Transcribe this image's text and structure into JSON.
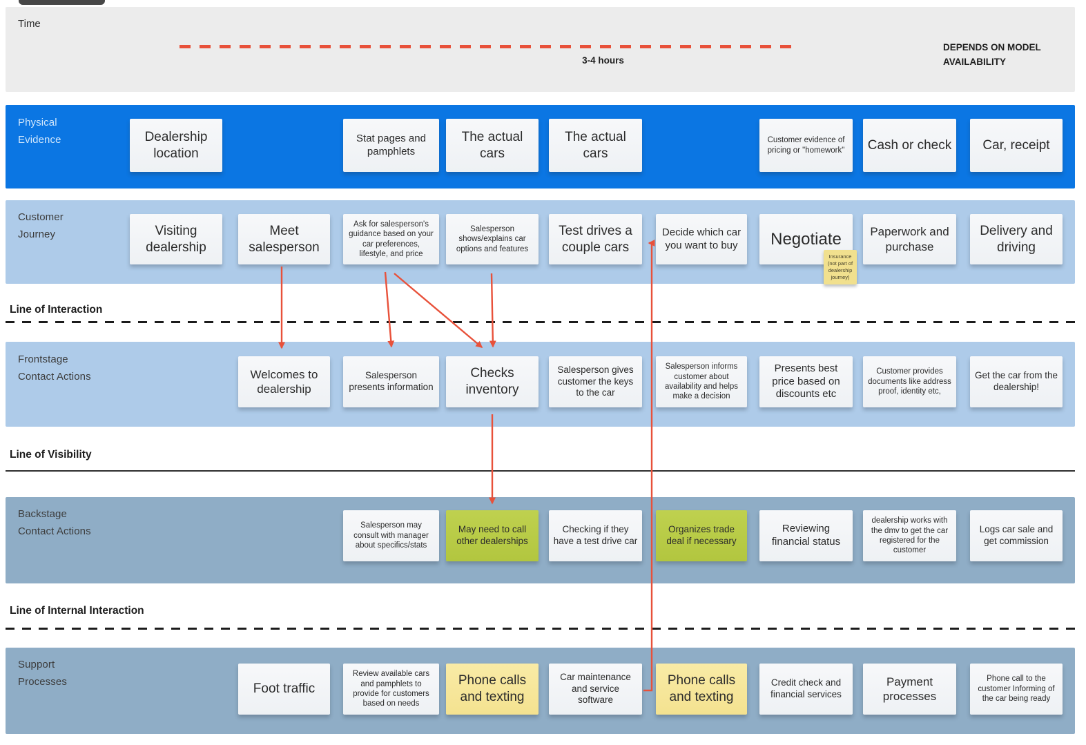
{
  "colors": {
    "band_blue": "#0b76e3",
    "band_light_blue": "#aecbe9",
    "band_slate": "#8fadc6",
    "band_gray": "#ececec",
    "note_white": "#f5f6f8",
    "note_green": "#b9cc49",
    "note_yellow": "#f7e79d",
    "annotation_yellow": "#f1e08e",
    "arrow_red": "#e8513a"
  },
  "timeline": {
    "label": "Time",
    "duration": "3-4 hours",
    "availability_note": "DEPENDS ON MODEL AVAILABILITY"
  },
  "separators": [
    {
      "label": "Line of Interaction",
      "style": "dashed"
    },
    {
      "label": "Line of Visibility",
      "style": "solid"
    },
    {
      "label": "Line of Internal Interaction",
      "style": "dashed"
    }
  ],
  "lanes": [
    {
      "id": "physical",
      "label": "Physical Evidence",
      "tone": "blue",
      "notes": [
        {
          "text": "Dealership location",
          "col": 1,
          "color": "white",
          "size": "lg"
        },
        {
          "text": "Stat pages and pamphlets",
          "col": 3,
          "color": "white",
          "size": "md"
        },
        {
          "text": "The actual cars",
          "col": 4,
          "color": "white",
          "size": "lg"
        },
        {
          "text": "The actual cars",
          "col": 5,
          "color": "white",
          "size": "lg"
        },
        {
          "text": "Customer evidence of pricing or \"homework\"",
          "col": 7,
          "color": "white",
          "size": "xs"
        },
        {
          "text": "Cash or check",
          "col": 8,
          "color": "white",
          "size": "lg"
        },
        {
          "text": "Car, receipt",
          "col": 9,
          "color": "white",
          "size": "lg"
        }
      ]
    },
    {
      "id": "journey",
      "label": "Customer Journey",
      "tone": "light",
      "notes": [
        {
          "text": "Visiting dealership",
          "col": 1,
          "color": "white",
          "size": "lg"
        },
        {
          "text": "Meet salesperson",
          "col": 2,
          "color": "white",
          "size": "lg"
        },
        {
          "text": "Ask for salesperson's guidance based on your car preferences, lifestyle, and price",
          "col": 3,
          "color": "white",
          "size": "xs"
        },
        {
          "text": "Salesperson shows/explains car options and features",
          "col": 4,
          "color": "white",
          "size": "xs"
        },
        {
          "text": "Test drives a couple cars",
          "col": 5,
          "color": "white",
          "size": "lg"
        },
        {
          "text": "Decide which car you want to buy",
          "col": 6,
          "color": "white",
          "size": "md"
        },
        {
          "text": "Negotiate",
          "col": 7,
          "color": "white",
          "size": "xl"
        },
        {
          "text": "Paperwork and purchase",
          "col": 8,
          "color": "white",
          "size": "ml"
        },
        {
          "text": "Delivery and driving",
          "col": 9,
          "color": "white",
          "size": "lg"
        }
      ],
      "sticky_annotation": {
        "text": "Insurance (not part of dealership journey)",
        "color": "annotation_yellow"
      }
    },
    {
      "id": "frontstage",
      "label": "Frontstage Contact Actions",
      "tone": "light",
      "notes": [
        {
          "text": "Welcomes to dealership",
          "col": 2,
          "color": "white",
          "size": "ml"
        },
        {
          "text": "Salesperson presents information",
          "col": 3,
          "color": "white",
          "size": "sm"
        },
        {
          "text": "Checks inventory",
          "col": 4,
          "color": "white",
          "size": "lg"
        },
        {
          "text": "Salesperson gives customer the keys to the car",
          "col": 5,
          "color": "white",
          "size": "sm"
        },
        {
          "text": "Salesperson informs customer about availability and helps make a decision",
          "col": 6,
          "color": "white",
          "size": "xs"
        },
        {
          "text": "Presents best price based on discounts etc",
          "col": 7,
          "color": "white",
          "size": "md"
        },
        {
          "text": "Customer provides documents like address proof, identity etc,",
          "col": 8,
          "color": "white",
          "size": "xs"
        },
        {
          "text": "Get the car from the dealership!",
          "col": 9,
          "color": "white",
          "size": "sm"
        }
      ]
    },
    {
      "id": "backstage",
      "label": "Backstage Contact Actions",
      "tone": "slate",
      "notes": [
        {
          "text": "Salesperson may consult with manager about specifics/stats",
          "col": 3,
          "color": "white",
          "size": "xs"
        },
        {
          "text": "May need to call other dealerships",
          "col": 4,
          "color": "green",
          "size": "sm"
        },
        {
          "text": "Checking if they have a test drive car",
          "col": 5,
          "color": "white",
          "size": "sm"
        },
        {
          "text": "Organizes trade deal if necessary",
          "col": 6,
          "color": "green",
          "size": "sm"
        },
        {
          "text": "Reviewing financial status",
          "col": 7,
          "color": "white",
          "size": "md"
        },
        {
          "text": "dealership works with the dmv to get the car registered for the customer",
          "col": 8,
          "color": "white",
          "size": "xs"
        },
        {
          "text": "Logs car sale and get commission",
          "col": 9,
          "color": "white",
          "size": "sm"
        }
      ]
    },
    {
      "id": "support",
      "label": "Support Processes",
      "tone": "slate",
      "notes": [
        {
          "text": "Foot traffic",
          "col": 2,
          "color": "white",
          "size": "lg"
        },
        {
          "text": "Review available cars and pamphlets to provide for customers based on needs",
          "col": 3,
          "color": "white",
          "size": "xs"
        },
        {
          "text": "Phone calls and texting",
          "col": 4,
          "color": "yellow",
          "size": "lg"
        },
        {
          "text": "Car maintenance and service software",
          "col": 5,
          "color": "white",
          "size": "sm"
        },
        {
          "text": "Phone calls and texting",
          "col": 6,
          "color": "yellow",
          "size": "lg"
        },
        {
          "text": "Credit check and financial services",
          "col": 7,
          "color": "white",
          "size": "sm"
        },
        {
          "text": "Payment processes",
          "col": 8,
          "color": "white",
          "size": "ml"
        },
        {
          "text": "Phone call to the customer Informing of the car being ready",
          "col": 9,
          "color": "white",
          "size": "xs"
        }
      ]
    }
  ]
}
